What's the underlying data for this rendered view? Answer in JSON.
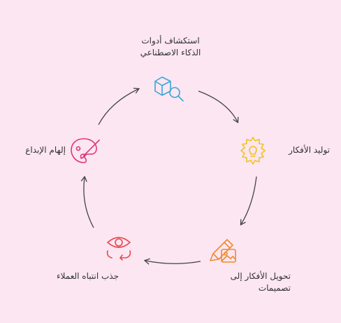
{
  "diagram": {
    "nodes": [
      {
        "id": "explore",
        "lines": [
          "استكشاف أدوات",
          "الذكاء الاصطناعي"
        ],
        "icon": "cube-search-icon",
        "color": "#3aa6d8"
      },
      {
        "id": "ideas",
        "lines": [
          "توليد الأفكار"
        ],
        "icon": "lightbulb-gear-icon",
        "color": "#f2c21b"
      },
      {
        "id": "designs",
        "lines": [
          "تحويل الأفكار إلى",
          "تصميمات"
        ],
        "icon": "pencil-image-icon",
        "color": "#ef8a2f"
      },
      {
        "id": "customers",
        "lines": [
          "جذب انتباه العملاء"
        ],
        "icon": "eye-rotate-icon",
        "color": "#e8494f"
      },
      {
        "id": "inspire",
        "lines": [
          "إلهام الإبداع"
        ],
        "icon": "palette-brush-icon",
        "color": "#e0357a"
      }
    ],
    "arrow_color": "#444444"
  }
}
